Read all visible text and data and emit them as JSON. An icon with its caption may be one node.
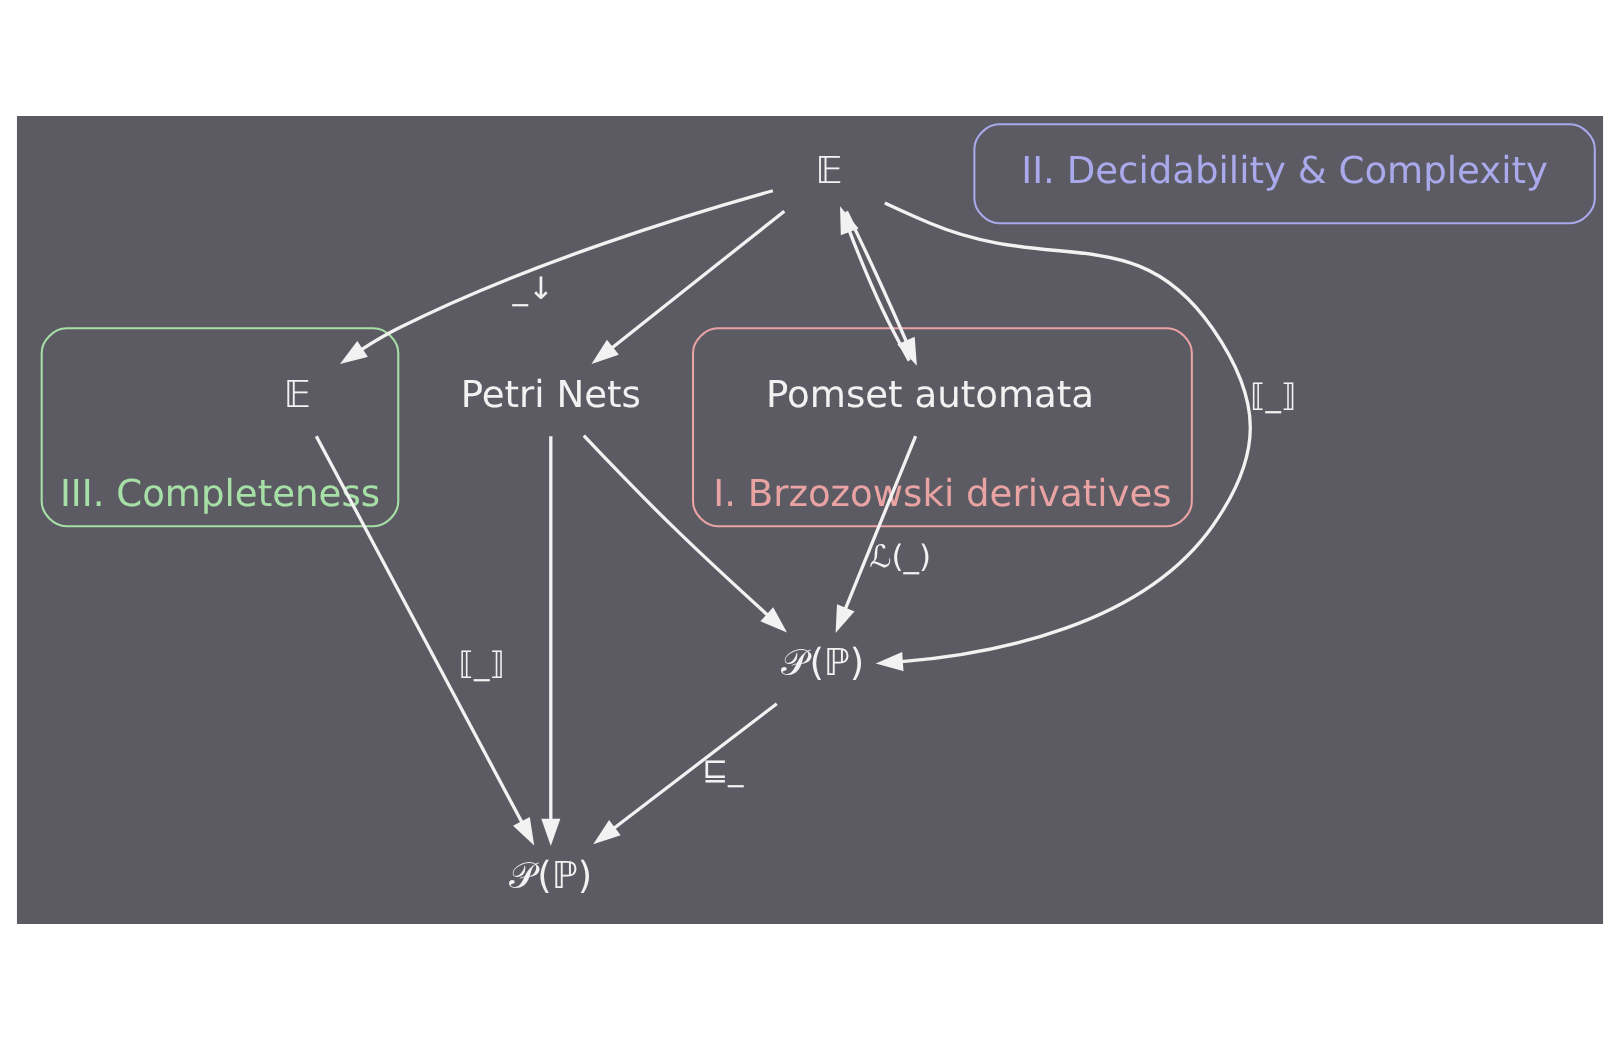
{
  "diagram": {
    "nodes": [
      {
        "text": [
          "I. Brzozowski derivatives"
        ]
      },
      {
        "text": [
          "III. Completeness"
        ]
      },
      {
        "text": [
          "II. Decidability & Complexity"
        ]
      },
      {
        "text": [
          "𝔼"
        ]
      },
      {
        "text": [
          "Pomset automata"
        ],
        "in": 0
      },
      {
        "text": [
          "Petri Nets"
        ]
      },
      {
        "text": [
          "𝒫(ℙ)"
        ]
      },
      {
        "text": [
          "𝔼"
        ],
        "in": 1
      },
      {
        "text": [
          "𝒫(ℙ)"
        ]
      }
    ],
    "edges": [
      {
        "from": 3,
        "to": 4,
        "arrow": "to"
      },
      {
        "from": 4,
        "to": 3,
        "arrow": "to"
      },
      {
        "from": 3,
        "to": 6,
        "arrow": "to",
        "label": "⟦_⟧"
      },
      {
        "from": 3,
        "to": 5,
        "arrow": "to"
      },
      {
        "from": 3,
        "to": 7,
        "arrow": "to",
        "label": "_↓"
      },
      {
        "from": 4,
        "to": 6,
        "arrow": "to",
        "label": "ℒ(_)"
      },
      {
        "from": 5,
        "to": 6,
        "arrow": "to"
      },
      {
        "from": 5,
        "to": 8,
        "arrow": "to"
      },
      {
        "from": 6,
        "to": 8,
        "arrow": "to",
        "label": "⊑_"
      },
      {
        "from": 7,
        "to": 8,
        "arrow": "to",
        "label": "⟦_⟧"
      }
    ]
  }
}
